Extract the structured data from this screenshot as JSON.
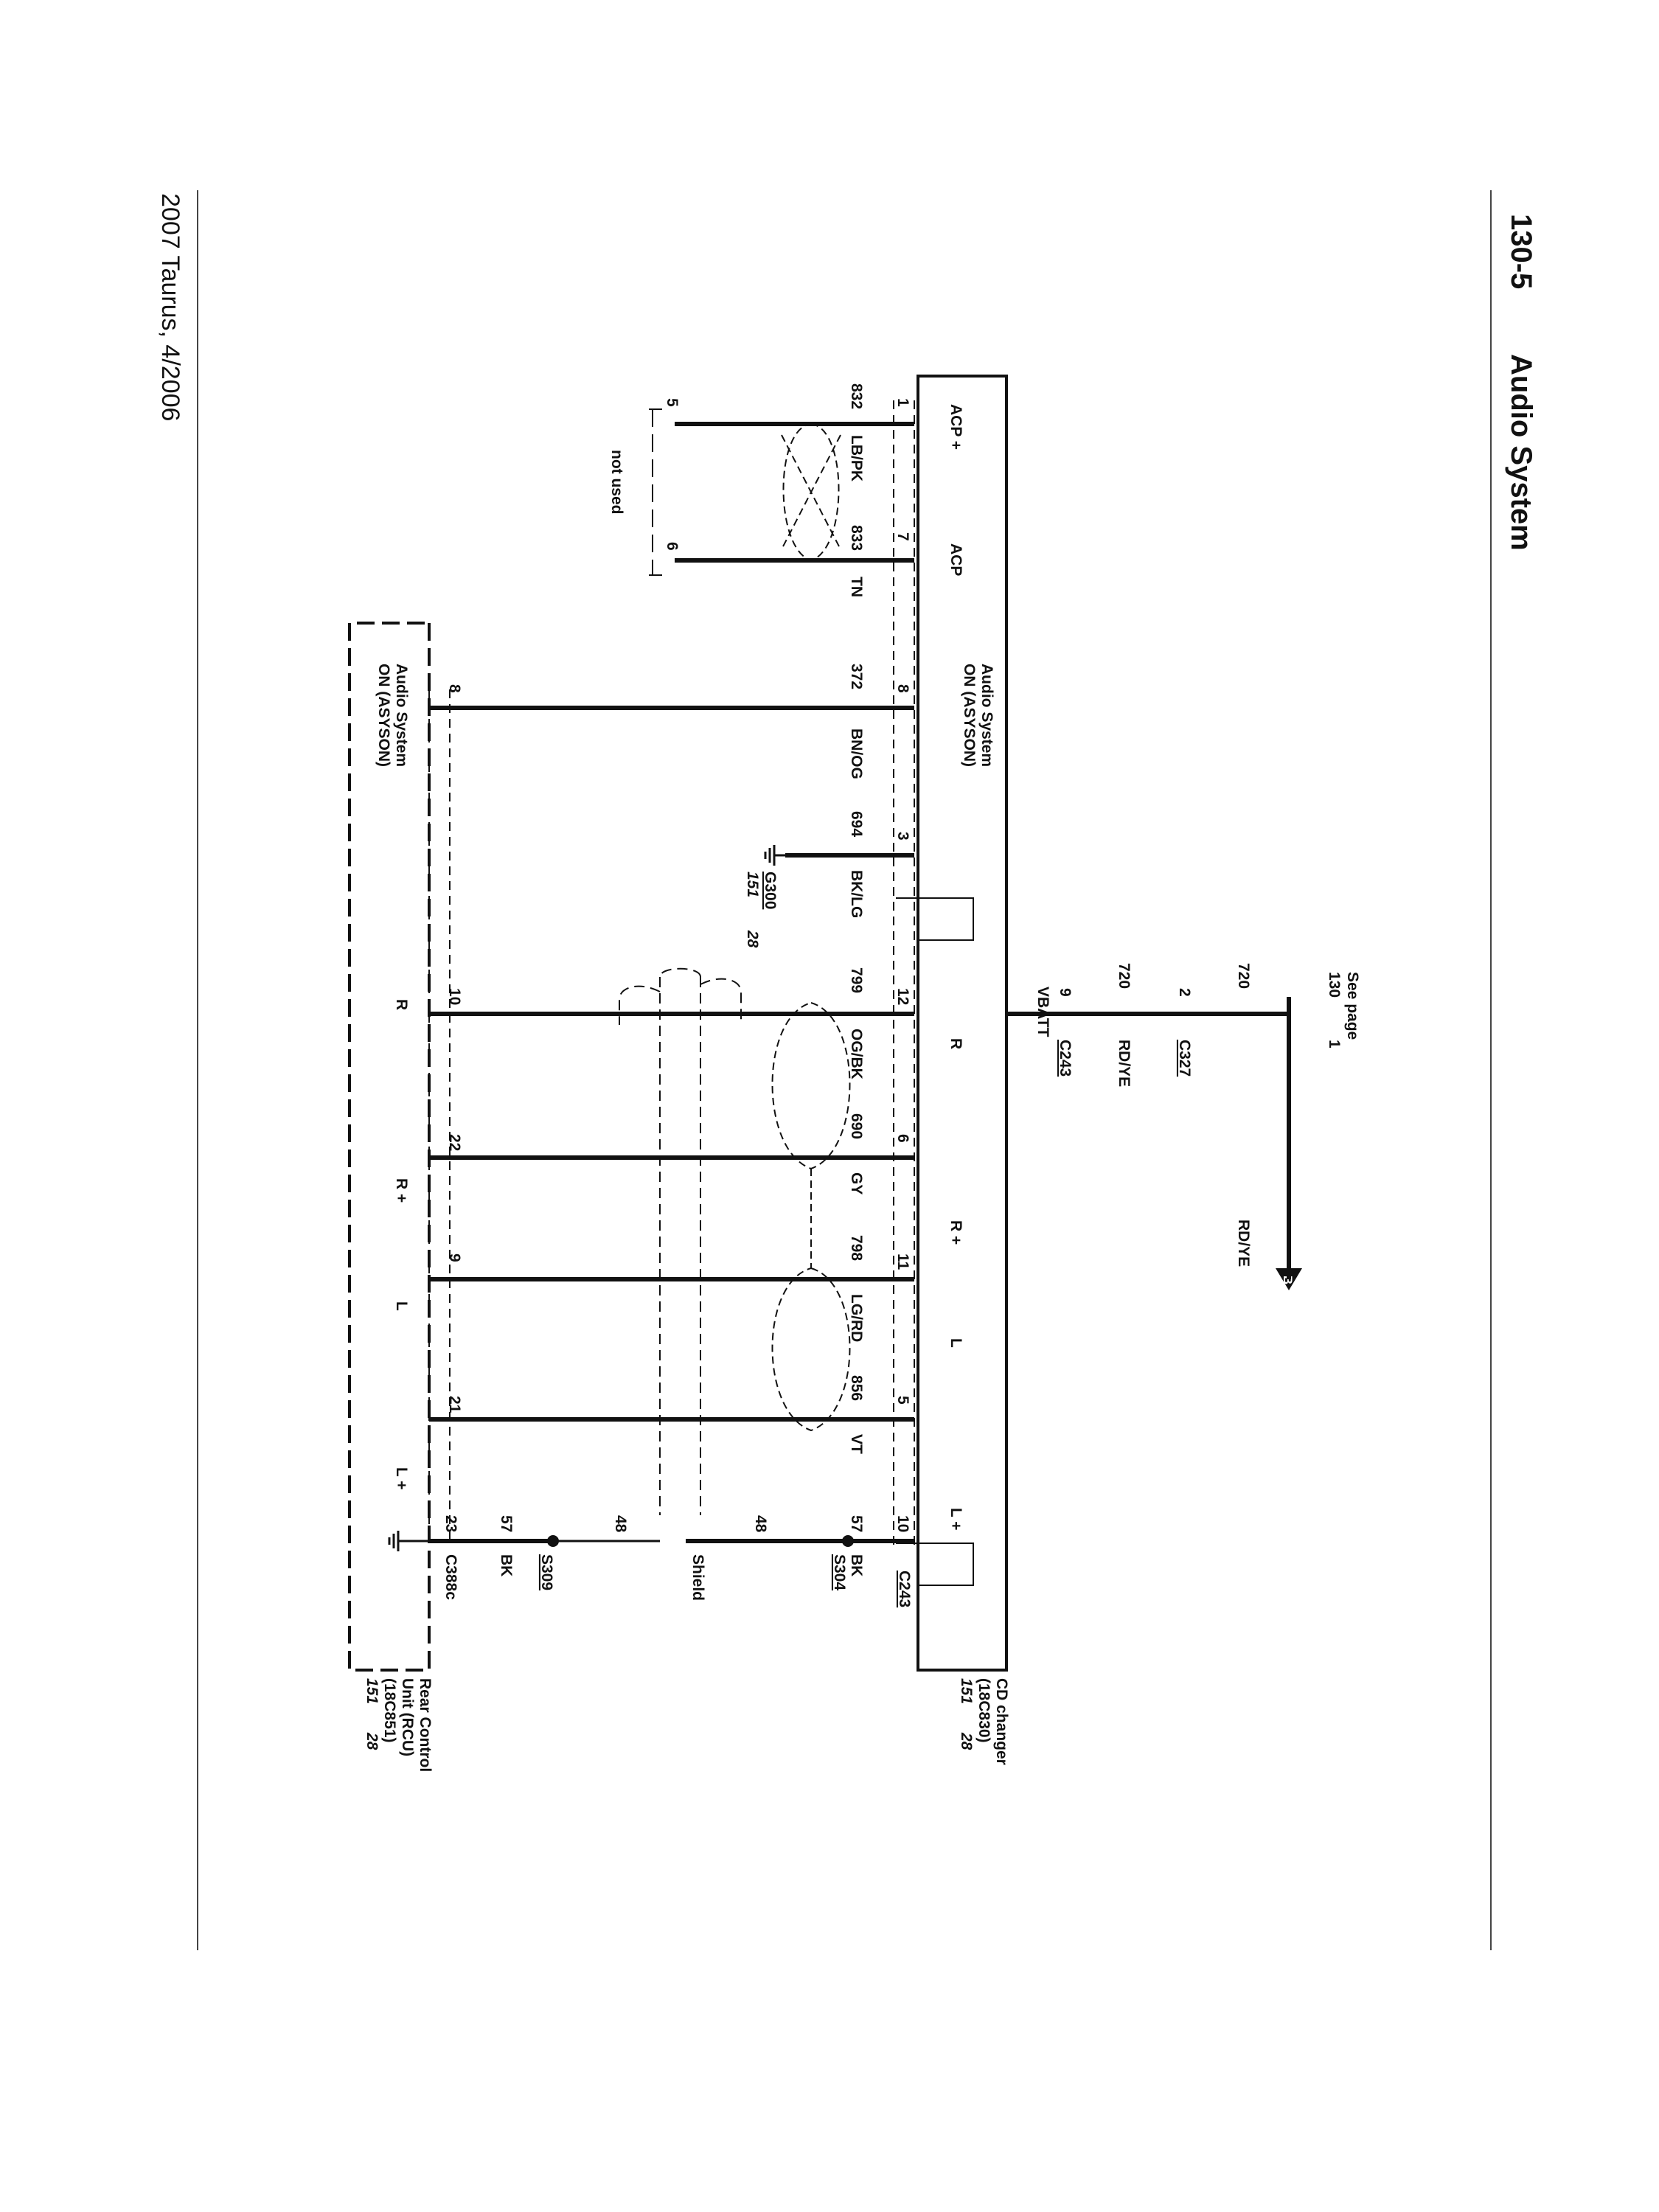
{
  "header": {
    "page_number": "130-5",
    "title": "Audio System"
  },
  "footer": {
    "model_line": "2007 Taurus, 4/2006"
  },
  "power_feed": {
    "see_page_label": "See page",
    "see_page_number": "130",
    "ref_number": "1",
    "ref_letter": "B",
    "wire_upper": {
      "circuit": "720",
      "color": "RD/YE"
    },
    "connector_upper": {
      "pin": "2",
      "name": "C327"
    },
    "wire_lower": {
      "circuit": "720",
      "color": "RD/YE"
    },
    "connector_lower": {
      "pin": "9",
      "name": "C243"
    },
    "vbatt_label": "VBATT"
  },
  "cd_changer": {
    "name_line1": "CD changer",
    "name_line2": "(18C830)",
    "ref1": "151",
    "ref2": "28",
    "connector_label": "C243",
    "functions": {
      "acp_plus": "ACP +",
      "acp_minus": "ACP",
      "asyson": [
        "Audio System",
        "ON (ASYSON)"
      ],
      "r": "R",
      "r_plus": "R +",
      "l": "L",
      "l_plus": "L +"
    }
  },
  "acp_wires": [
    {
      "pin": "1",
      "circuit": "832",
      "color": "LB/PK",
      "far_pin": "5"
    },
    {
      "pin": "7",
      "circuit": "833",
      "color": "TN",
      "far_pin": "6"
    }
  ],
  "not_used_label": "not used",
  "asyson_wire": {
    "pin": "8",
    "circuit": "372",
    "color": "BN/OG",
    "rcu_pin": "8"
  },
  "ground_wire": {
    "pin": "3",
    "circuit": "694",
    "color": "BK/LG",
    "ground": "G300",
    "ref1": "151",
    "ref2": "28"
  },
  "audio_wires": [
    {
      "pin": "12",
      "circuit": "799",
      "color": "OG/BK",
      "rcu_pin": "10"
    },
    {
      "pin": "6",
      "circuit": "690",
      "color": "GY",
      "rcu_pin": "22"
    },
    {
      "pin": "11",
      "circuit": "798",
      "color": "LG/RD",
      "rcu_pin": "9"
    },
    {
      "pin": "5",
      "circuit": "856",
      "color": "VT",
      "rcu_pin": "21"
    }
  ],
  "shield_chain": {
    "cd_pin": "10",
    "cd_circuit": "57",
    "cd_color": "BK",
    "splice_upper": "S304",
    "drain_upper": "48",
    "shield_label": "Shield",
    "drain_lower": "48",
    "splice_lower": "S309",
    "rcu_circuit": "57",
    "rcu_color": "BK",
    "rcu_pin": "23",
    "rcu_connector": "C388c"
  },
  "rcu": {
    "name_line1": "Rear Control",
    "name_line2": "Unit (RCU)",
    "name_line3": "(18C851)",
    "ref1": "151",
    "ref2": "28",
    "functions": {
      "asyson": [
        "Audio System",
        "ON (ASYSON)"
      ],
      "r": "R",
      "r_plus": "R +",
      "l": "L",
      "l_plus": "L +"
    }
  }
}
